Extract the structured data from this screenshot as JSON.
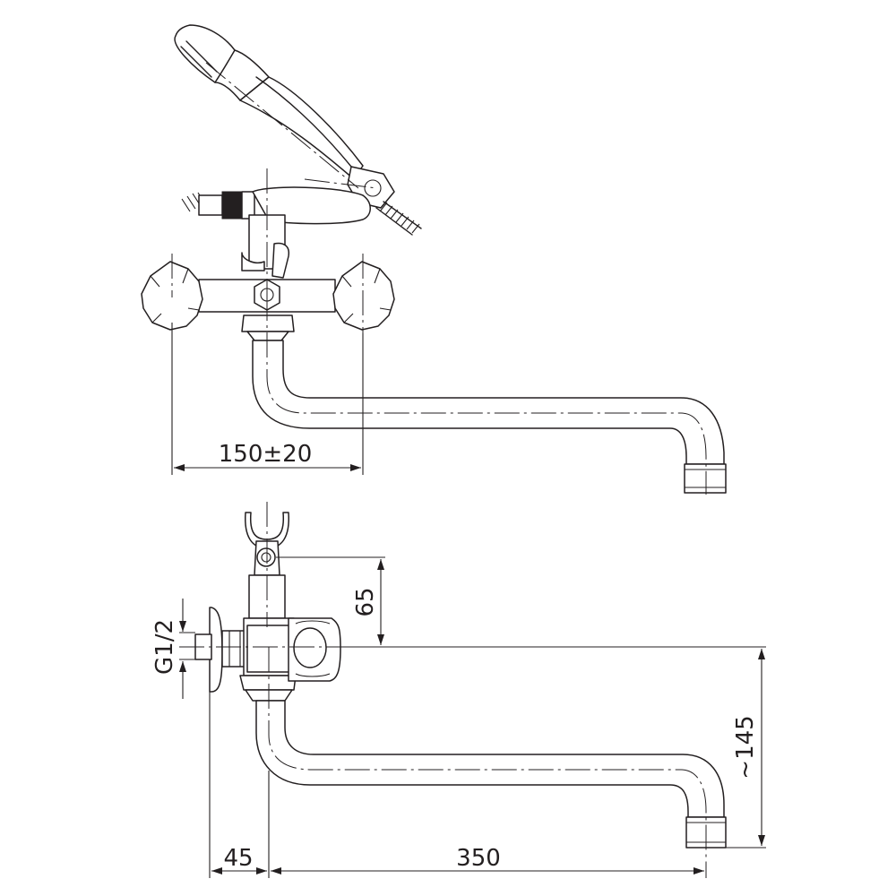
{
  "dimensions": {
    "handle_spacing": "150±20",
    "shower_holder_height": "65",
    "thread_size": "G1/2",
    "wall_offset": "45",
    "spout_reach": "350",
    "spout_height": "~145"
  }
}
